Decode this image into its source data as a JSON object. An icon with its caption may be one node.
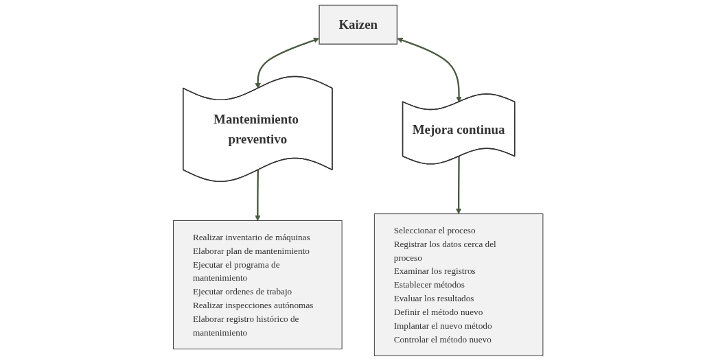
{
  "diagram": {
    "nodes": [
      {
        "text": [
          "Kaizen"
        ]
      },
      {
        "text": [
          "Mantenimiento preventivo"
        ]
      },
      {
        "text": [
          "Mejora continua"
        ]
      },
      {
        "text": [
          "Realizar inventario de máquinas",
          "Elaborar plan de mantenimiento",
          "Ejecutar el programa de mantenimiento",
          "Ejecutar ordenes de trabajo",
          "Realizar inspecciones autónomas",
          "Elaborar registro histórico de mantenimiento"
        ]
      },
      {
        "text": [
          "Seleccionar el proceso",
          "Registrar los datos cerca del proceso",
          "Examinar los registros",
          "Establecer métodos",
          "Evaluar los resultados",
          "Definir el método nuevo",
          "Implantar el nuevo método",
          "Controlar el método nuevo"
        ]
      }
    ],
    "edges": [
      {
        "from": 0,
        "to": 1,
        "arrow": "both"
      },
      {
        "from": 0,
        "to": 2,
        "arrow": "both"
      },
      {
        "from": 1,
        "to": 3,
        "arrow": "to"
      },
      {
        "from": 2,
        "to": 4,
        "arrow": "to"
      }
    ]
  }
}
